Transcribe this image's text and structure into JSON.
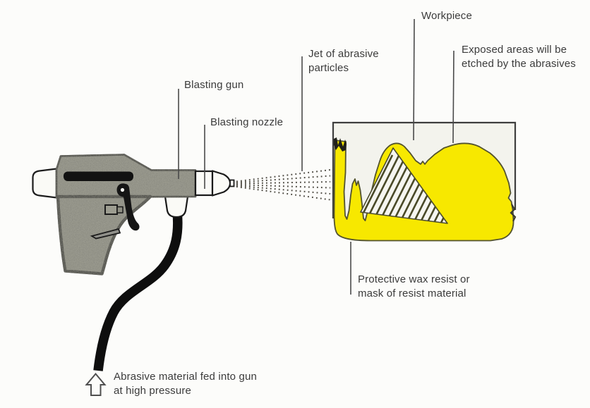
{
  "labels": {
    "workpiece": "Workpiece",
    "exposed_areas": "Exposed areas will be etched by the abrasives",
    "jet_of_abrasive": "Jet of abrasive particles",
    "blasting_gun": "Blasting gun",
    "blasting_nozzle": "Blasting nozzle",
    "protective_wax": "Protective wax resist or mask of resist material",
    "abrasive_feed": "Abrasive material fed into gun at high pressure"
  },
  "icons": {
    "abrasive_feed_arrow": "up-arrow-icon"
  },
  "colors": {
    "background": "#fcfcfa",
    "wax_resist_yellow": "#f7e800",
    "gun_body_gray": "#a8a89b",
    "outline_dark": "#161616",
    "leader_line": "#4a4a4a",
    "label_text": "#3b3b3b",
    "workpiece_fill": "#f3f3ed",
    "hatch_stroke": "#4a4a28"
  }
}
